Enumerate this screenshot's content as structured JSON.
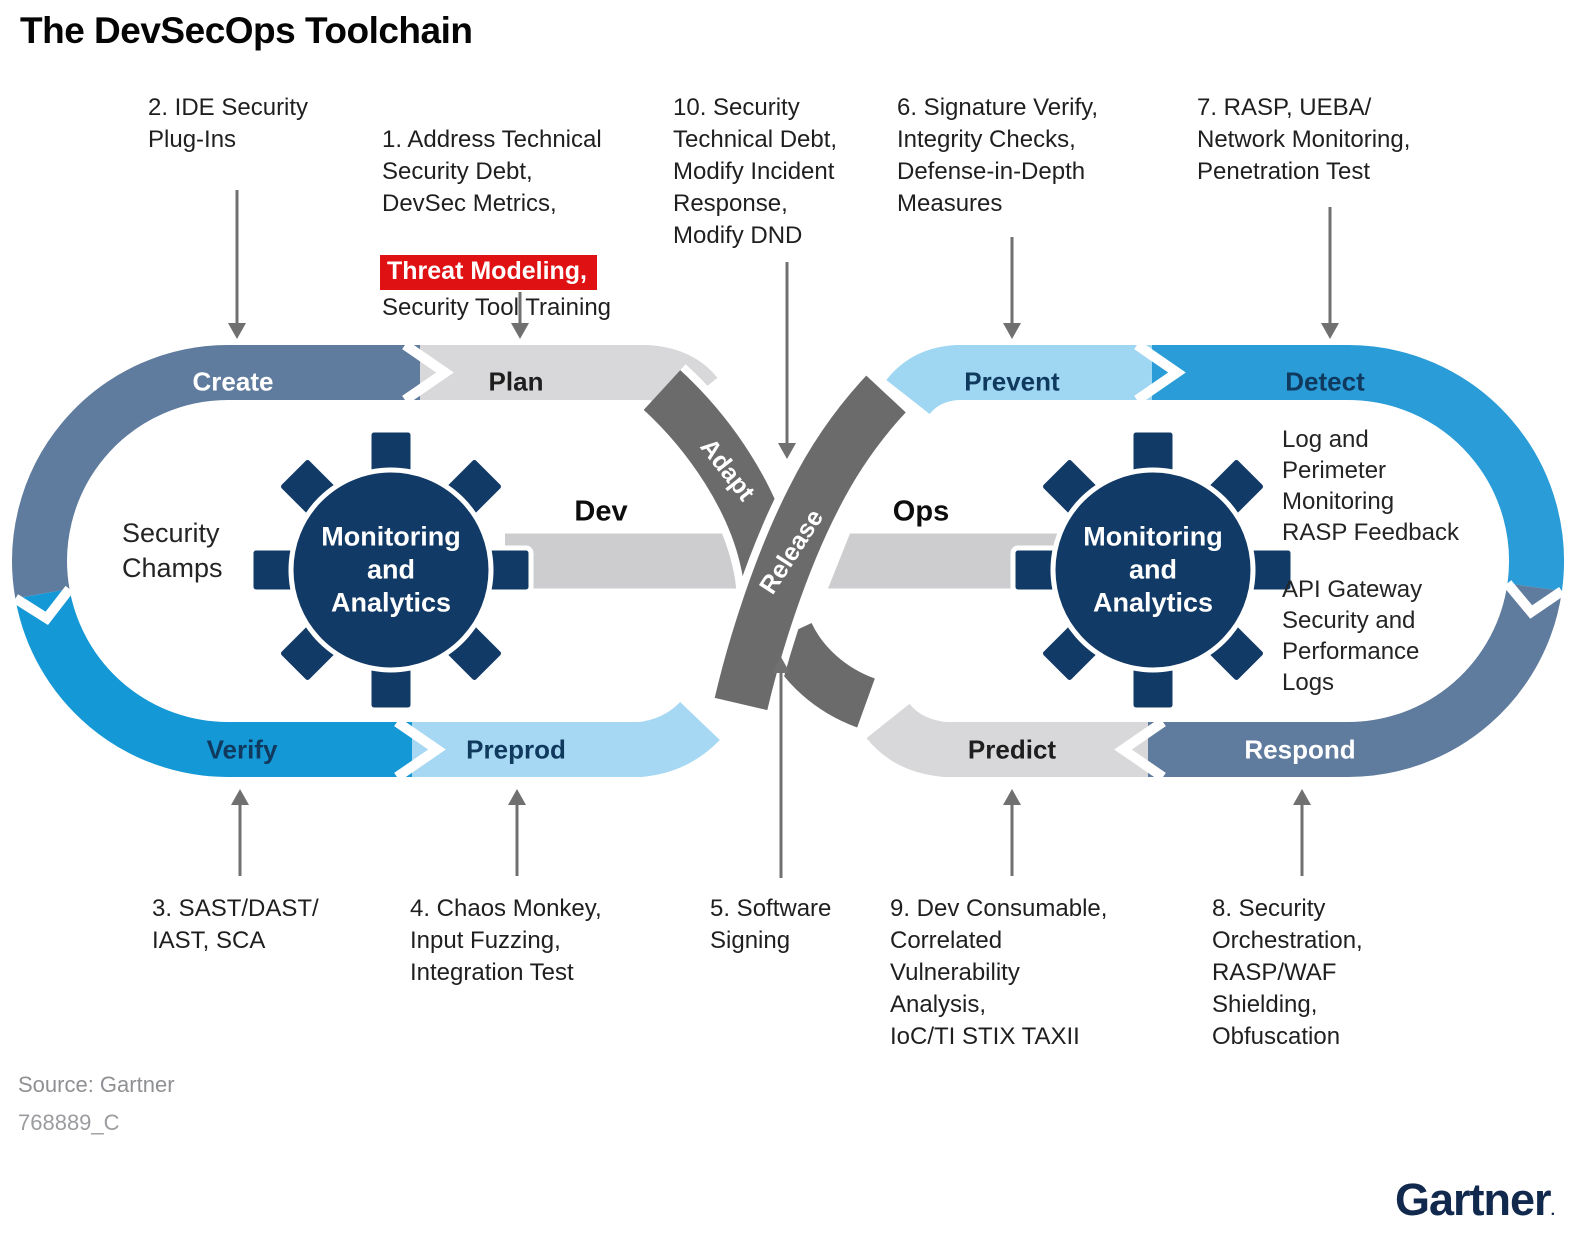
{
  "title": "The DevSecOps Toolchain",
  "annotations": {
    "top": [
      {
        "lines": [
          "2. IDE Security",
          "Plug-Ins"
        ]
      },
      {
        "lines_before": [
          "1. Address Technical",
          "Security Debt,",
          "DevSec Metrics,"
        ],
        "highlight": "Threat Modeling,",
        "lines_after": [
          "Security Tool Training"
        ]
      },
      {
        "lines": [
          "10. Security",
          "Technical Debt,",
          "Modify Incident",
          "Response,",
          "Modify DND"
        ]
      },
      {
        "lines": [
          "6. Signature Verify,",
          "Integrity Checks,",
          "Defense-in-Depth",
          "Measures"
        ]
      },
      {
        "lines": [
          "7. RASP, UEBA/",
          "Network Monitoring,",
          "Penetration Test"
        ]
      }
    ],
    "bottom": [
      {
        "lines": [
          "3. SAST/DAST/",
          "IAST, SCA"
        ]
      },
      {
        "lines": [
          "4. Chaos Monkey,",
          "Input Fuzzing,",
          "Integration Test"
        ]
      },
      {
        "lines": [
          "5. Software",
          "Signing"
        ]
      },
      {
        "lines": [
          "9. Dev Consumable,",
          "Correlated",
          "Vulnerability",
          "Analysis,",
          "IoC/TI STIX TAXII"
        ]
      },
      {
        "lines": [
          "8. Security",
          "Orchestration,",
          "RASP/WAF",
          "Shielding,",
          "Obfuscation"
        ]
      }
    ]
  },
  "loop": {
    "labels": {
      "create": "Create",
      "plan": "Plan",
      "verify": "Verify",
      "preprod": "Preprod",
      "adapt": "Adapt",
      "release": "Release",
      "prevent": "Prevent",
      "detect": "Detect",
      "predict": "Predict",
      "respond": "Respond",
      "dev": "Dev",
      "ops": "Ops"
    },
    "security_champs": [
      "Security",
      "Champs"
    ],
    "gear_label": [
      "Monitoring",
      "and",
      "Analytics"
    ],
    "detect_notes": [
      "Log and",
      "Perimeter",
      "Monitoring",
      "RASP Feedback"
    ],
    "respond_notes": [
      "API Gateway",
      "Security and",
      "Performance",
      "Logs"
    ]
  },
  "colors": {
    "slate": "#5F7B9D",
    "light_gray_band": "#D8D8DA",
    "medium_blue": "#1598D6",
    "light_blue": "#A6D8F3",
    "prevent_blue": "#9FD6F2",
    "detect_blue": "#2A9CD7",
    "dark_gray_band": "#6B6B6B",
    "center_bar_gray": "#CDCDCF",
    "gear_navy": "#123A66",
    "highlight_red": "#E01112",
    "logo_navy": "#12294E"
  },
  "footer": {
    "source": "Source: Gartner",
    "document_id": "768889_C",
    "logo": "Gartner",
    "logo_mark": "."
  }
}
